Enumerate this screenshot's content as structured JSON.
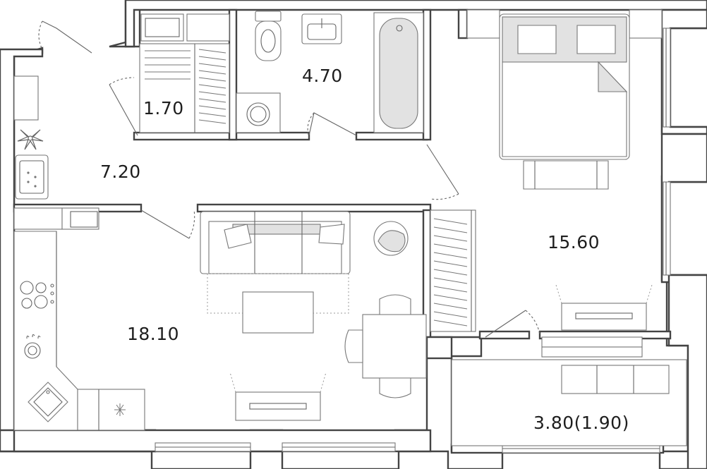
{
  "plan": {
    "colors": {
      "wall": "#444444",
      "furniture": "#777777",
      "fill_gray": "#e2e2e2",
      "text": "#1e1e1e"
    },
    "rooms": [
      {
        "id": "wardrobe",
        "area": "1.70"
      },
      {
        "id": "bathroom",
        "area": "4.70"
      },
      {
        "id": "hallway",
        "area": "7.20"
      },
      {
        "id": "bedroom",
        "area": "15.60"
      },
      {
        "id": "kitchen-living",
        "area": "18.10"
      },
      {
        "id": "balcony",
        "area": "3.80(1.90)"
      }
    ],
    "icons": [
      "plant-icon",
      "bed-icon",
      "sofa-icon",
      "bathtub-icon",
      "toilet-icon",
      "sink-icon",
      "washing-machine-icon",
      "stove-icon",
      "kitchen-sink-icon",
      "dining-table-icon",
      "radiator-icon"
    ]
  }
}
